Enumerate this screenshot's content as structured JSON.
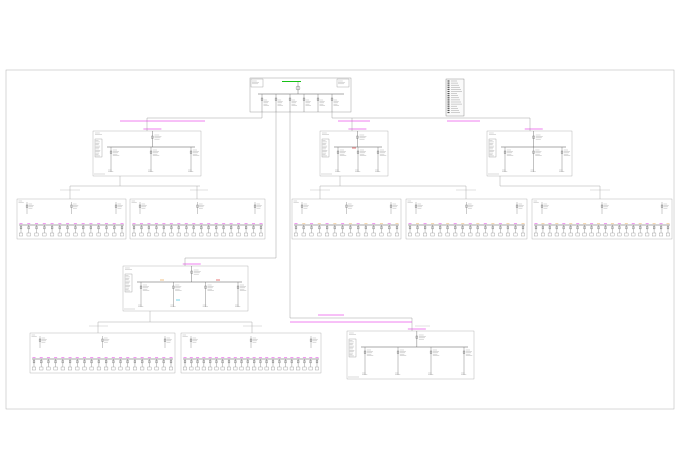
{
  "colors": {
    "line": "#7a7a7a",
    "busbar": "#555555",
    "text": "#333333",
    "label_magenta": "#e000e0",
    "label_green": "#16c016",
    "frame": "#b0b0b0",
    "accent_orange": "#e89a3a",
    "accent_cyan": "#18b6d8",
    "accent_red": "#d82020"
  },
  "drawing": {
    "type": "single-line electrical distribution diagram",
    "sheet_frame": true,
    "legend_box": true
  },
  "panels": {
    "main": {
      "feeders": 6
    },
    "a": {
      "branches": 3
    },
    "b": {
      "branches": 3
    },
    "c": {
      "branches": 3
    },
    "d": {
      "branches": 4
    },
    "e": {
      "branches": 4
    }
  },
  "subpanels": [
    {
      "id": "a1",
      "feeders": 14,
      "colors": [
        "#e000e0"
      ]
    },
    {
      "id": "a2",
      "feeders": 18,
      "colors": [
        "#e000e0"
      ]
    },
    {
      "id": "b1",
      "feeders": 14,
      "colors": [
        "#e000e0",
        "#e89a3a"
      ]
    },
    {
      "id": "b2",
      "feeders": 16,
      "colors": [
        "#e000e0",
        "#e89a3a"
      ]
    },
    {
      "id": "c1",
      "feeders": 20,
      "colors": [
        "#e000e0",
        "#e89a3a"
      ]
    },
    {
      "id": "d1",
      "feeders": 20,
      "colors": [
        "#e000e0"
      ]
    },
    {
      "id": "d2",
      "feeders": 22,
      "colors": [
        "#e000e0"
      ]
    }
  ]
}
